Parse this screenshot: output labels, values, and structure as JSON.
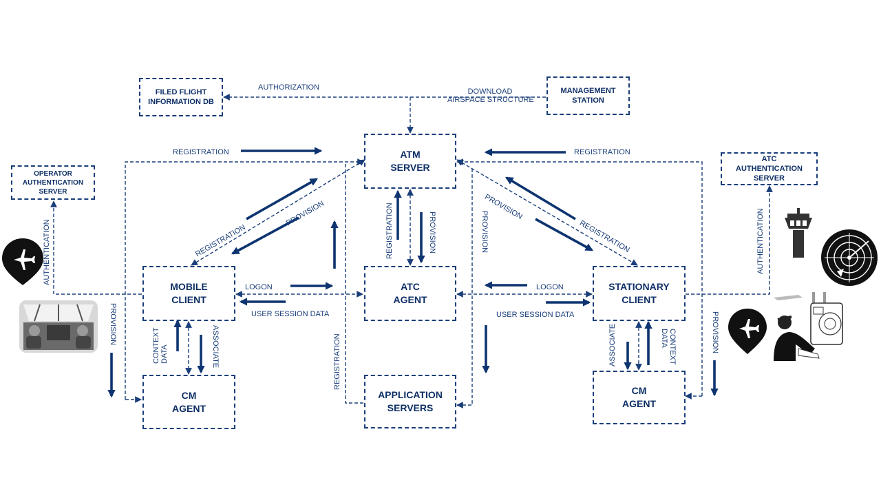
{
  "boxes": {
    "filed_flight": "FILED FLIGHT\nINFORMATION DB",
    "management": "MANAGEMENT\nSTATION",
    "atm_server": "ATM\nSERVER",
    "operator_auth": "OPERATOR\nAUTHENTICATION\nSERVER",
    "atc_auth": "ATC\nAUTHENTICATION\nSERVER",
    "mobile_client": "MOBILE\nCLIENT",
    "atc_agent": "ATC\nAGENT",
    "stationary_client": "STATIONARY\nCLIENT",
    "cm_agent_left": "CM\nAGENT",
    "application_servers": "APPLICATION\nSERVERS",
    "cm_agent_right": "CM\nAGENT"
  },
  "labels": {
    "authorization": "AUTHORIZATION",
    "download": "DOWNLOAD\nAIRSPACE STRUCTURE",
    "registration_top_left": "REGISTRATION",
    "registration_top_right": "REGISTRATION",
    "registration_diag_left": "REGISTRATION",
    "provision_diag_left": "PROVISION",
    "provision_diag_right": "PROVISION",
    "registration_diag_right": "REGISTRATION",
    "registration_atm_atc": "REGISTRATION",
    "provision_atm_atc": "PROVISION",
    "provision_right_vertical": "PROVISION",
    "registration_left_vertical": "REGISTRATION",
    "logon_left": "LOGON",
    "user_session_left": "USER SESSION DATA",
    "logon_right": "LOGON",
    "user_session_right": "USER SESSION DATA",
    "authentication_left": "AUTHENTICATION",
    "authentication_right": "AUTHENTICATION",
    "provision_far_left": "PROVISION",
    "provision_far_right": "PROVISION",
    "context_data_left": "CONTEXT\nDATA",
    "associate_left": "ASSOCIATE",
    "associate_right": "ASSOCIATE",
    "context_data_right": "CONTEXT\nDATA"
  },
  "icons": [
    "airplane-pin-icon",
    "cockpit-image",
    "control-tower-icon",
    "radar-icon",
    "airplane-pin-icon",
    "controller-illustration"
  ],
  "colors": {
    "primary": "#1a3e7a",
    "text": "#0e2f66",
    "arrow": "#0e3470"
  }
}
